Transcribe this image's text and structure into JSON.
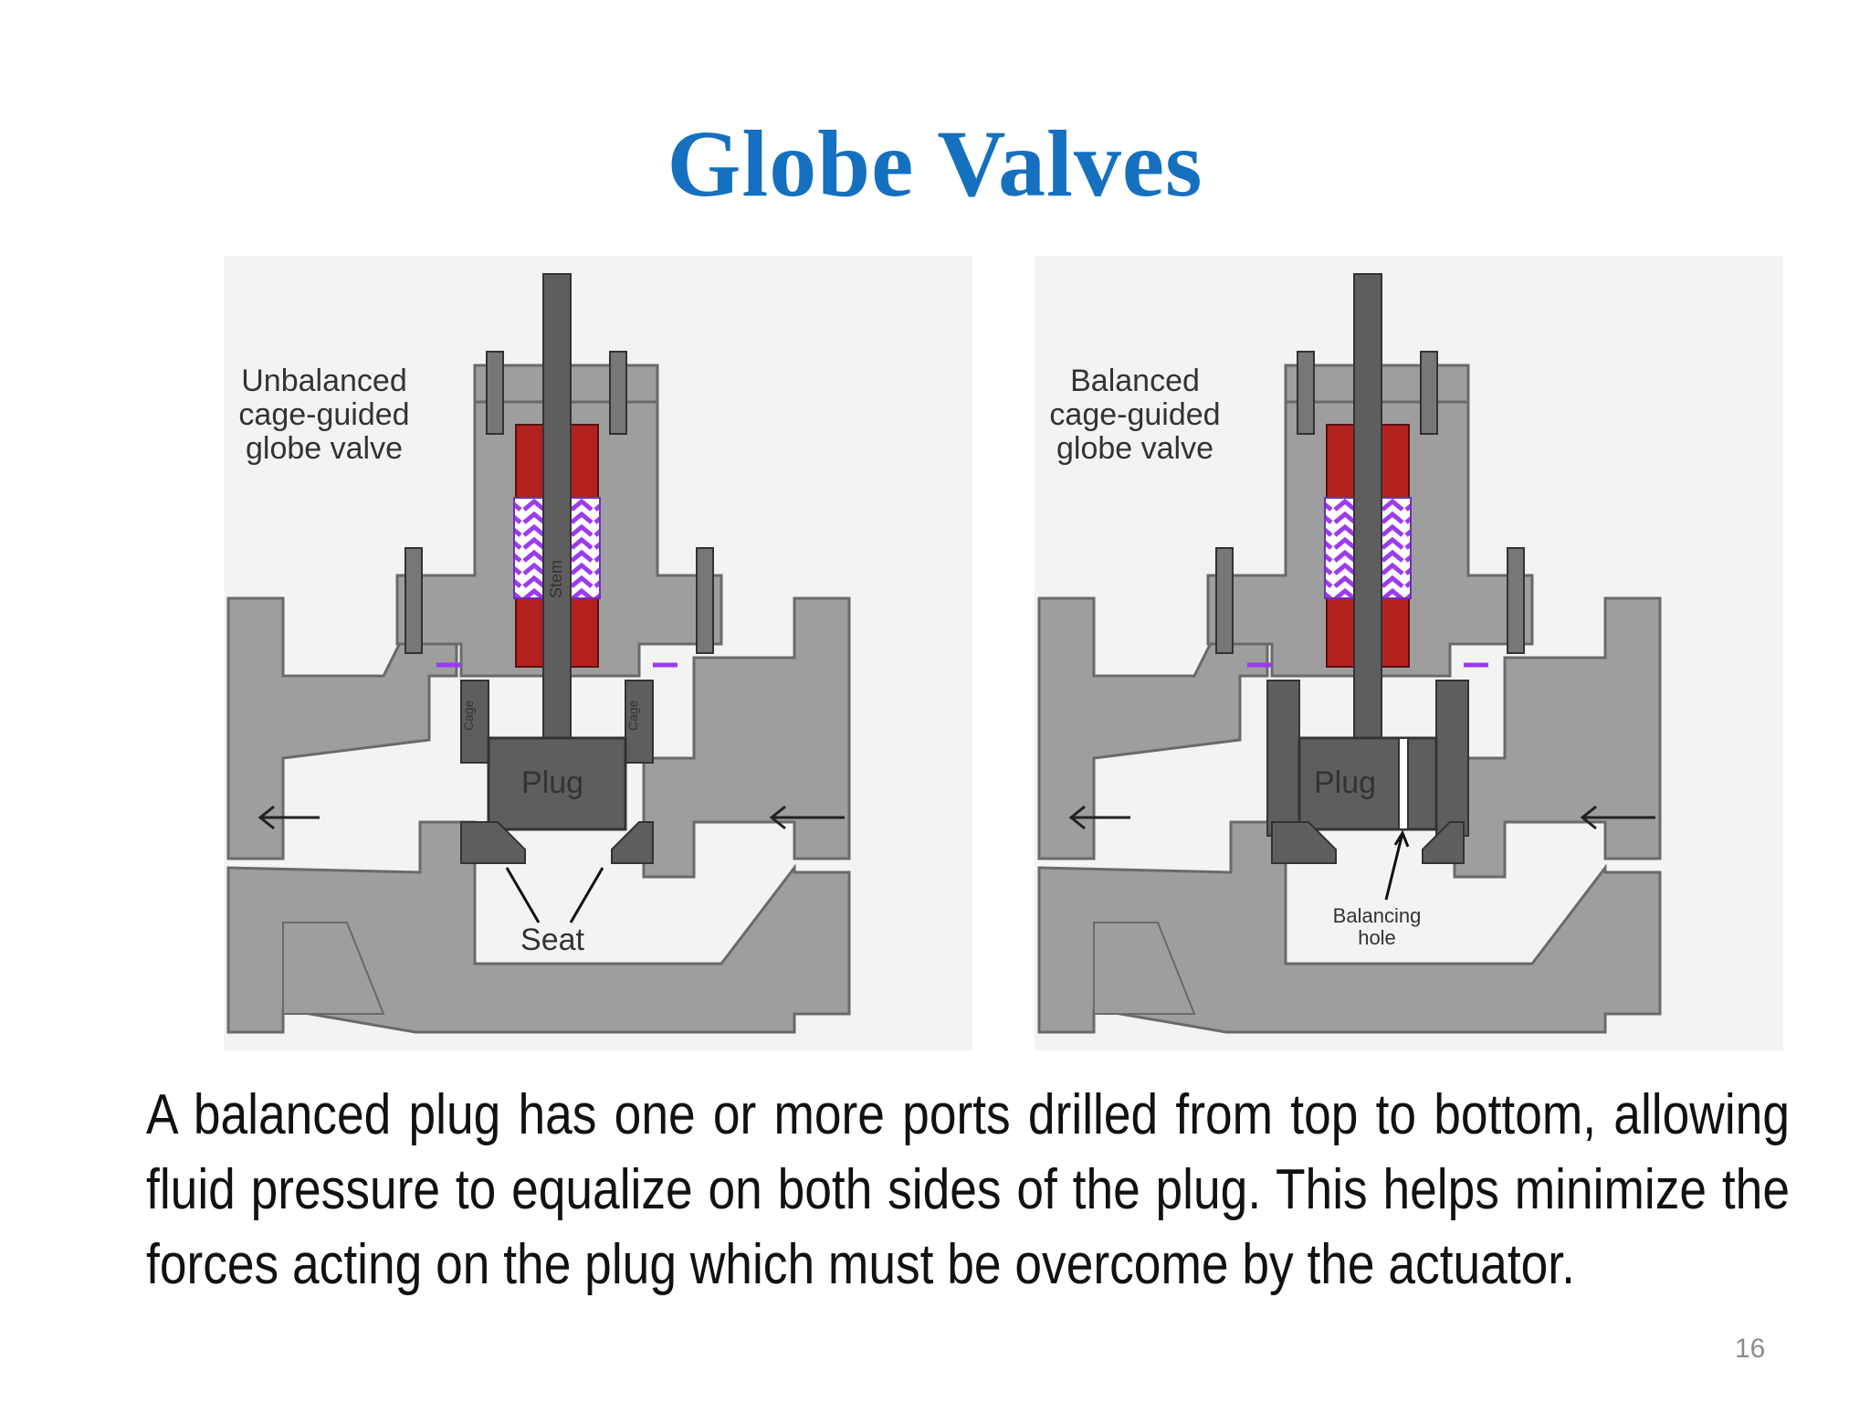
{
  "slide": {
    "title": "Globe Valves",
    "page_number": "16",
    "body_text": "A balanced plug has one or more ports drilled from top to bottom, allowing fluid pressure to equalize on both sides of the plug. This helps minimize the forces acting on the plug which must be overcome by the actuator."
  },
  "diagrams": {
    "unbalanced": {
      "caption_lines": [
        "Unbalanced",
        "cage-guided",
        "globe valve"
      ],
      "plug_label": "Plug",
      "stem_label": "Stem",
      "cage_label": "Cage",
      "seat_label": "Seat"
    },
    "balanced": {
      "caption_lines": [
        "Balanced",
        "cage-guided",
        "globe valve"
      ],
      "plug_label": "Plug",
      "hole_label_lines": [
        "Balancing",
        "hole"
      ]
    }
  },
  "colors": {
    "title": "#1570bf",
    "body": "#9e9e9e",
    "dark": "#5e5e5e",
    "packing": "#b3211f",
    "spring": "#9b3cf0",
    "background": "#f4f4f4"
  }
}
